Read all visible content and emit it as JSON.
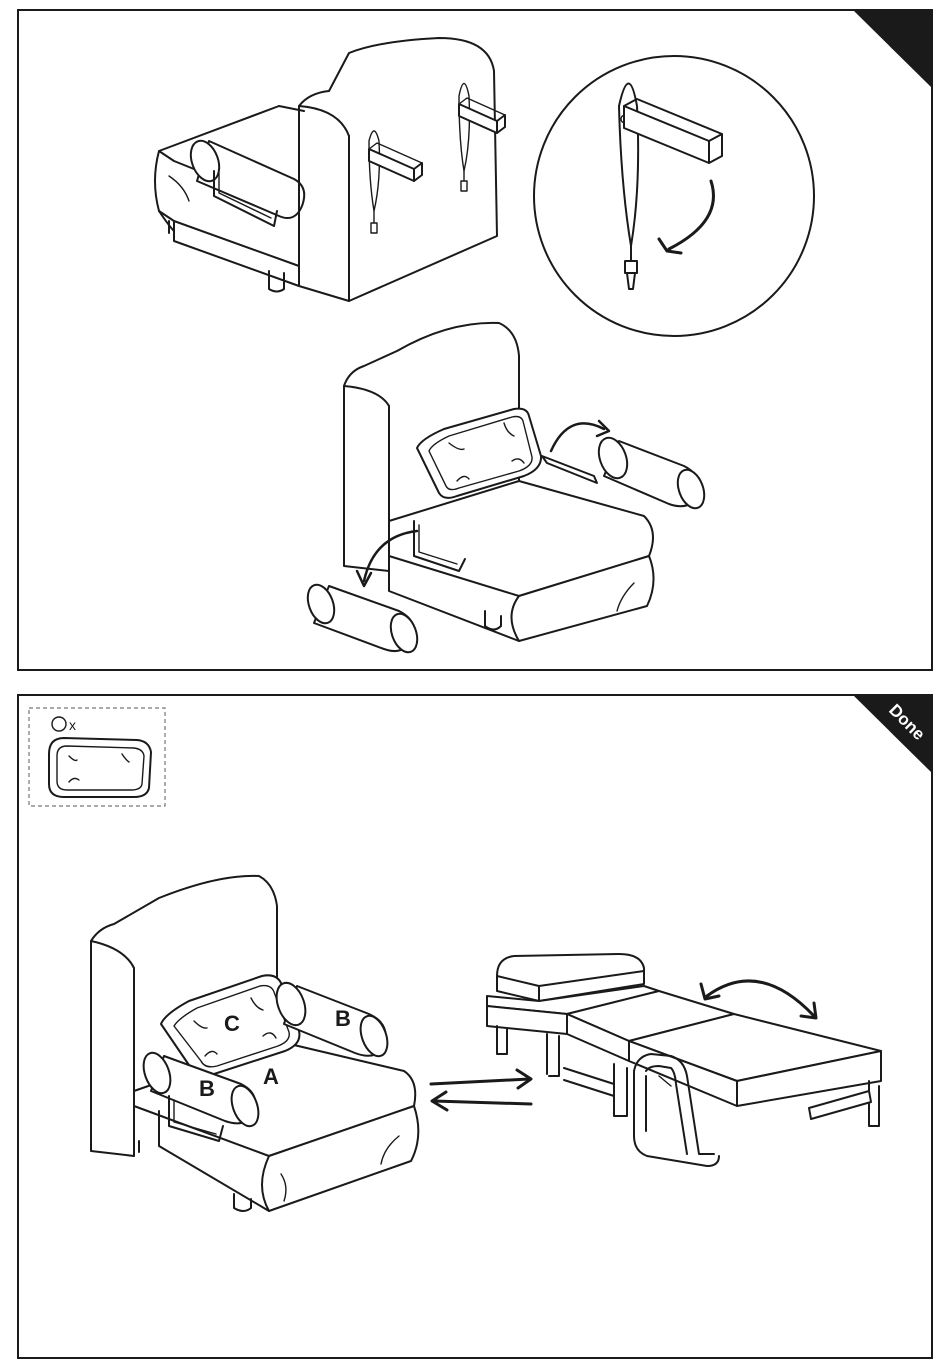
{
  "steps": [
    {
      "corner_label": ""
    },
    {
      "corner_label": "Done"
    }
  ],
  "legend": {
    "quantity": "x"
  },
  "parts": {
    "a": "A",
    "b": "B",
    "c": "C"
  },
  "colors": {
    "ink": "#1a1a1a",
    "corner_fill": "#1a1a1a",
    "paper": "#ffffff"
  }
}
